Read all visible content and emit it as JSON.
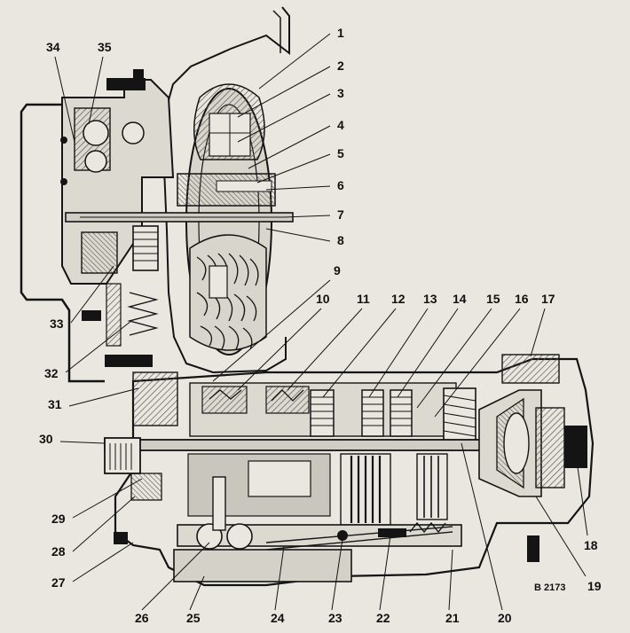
{
  "figure": {
    "reference_code": "B 2173",
    "callouts": [
      "1",
      "2",
      "3",
      "4",
      "5",
      "6",
      "7",
      "8",
      "9",
      "10",
      "11",
      "12",
      "13",
      "14",
      "15",
      "16",
      "17",
      "18",
      "19",
      "20",
      "21",
      "22",
      "23",
      "24",
      "25",
      "26",
      "27",
      "28",
      "29",
      "30",
      "31",
      "32",
      "33",
      "34",
      "35"
    ]
  },
  "colors": {
    "paper": "#e9e7e0",
    "ink": "#141414",
    "hatch": "#8a8880",
    "shade": "#c9c6bd"
  }
}
